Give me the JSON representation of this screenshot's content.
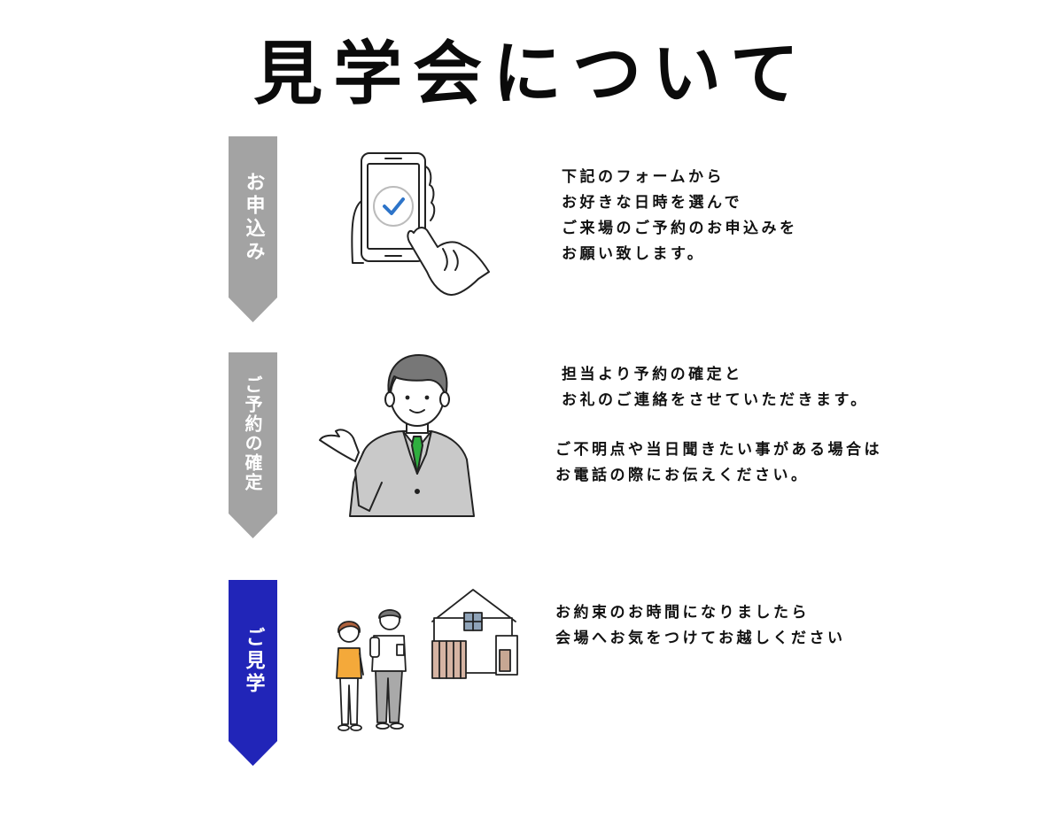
{
  "title": "見学会について",
  "colors": {
    "banner_gray": "#a3a3a3",
    "banner_blue": "#2125b8",
    "check_blue": "#2d74c9",
    "tie_green": "#2fae3f"
  },
  "steps": [
    {
      "label": "お申込み",
      "icon": "smartphone-check-icon",
      "lines": [
        "下記のフォームから",
        "お好きな日時を選んで",
        "ご来場のご予約のお申込みを",
        "お願い致します。"
      ]
    },
    {
      "label": "ご予約の確定",
      "icon": "staff-person-icon",
      "lines": [
        "担当より予約の確定と",
        "お礼のご連絡をさせていただきます。"
      ],
      "lines2": [
        "ご不明点や当日聞きたい事がある場合は",
        "お電話の際にお伝えください。"
      ]
    },
    {
      "label": "ご見学",
      "icon": "visitors-house-icon",
      "lines": [
        "お約束のお時間になりましたら",
        "会場へお気をつけてお越しください"
      ]
    }
  ]
}
